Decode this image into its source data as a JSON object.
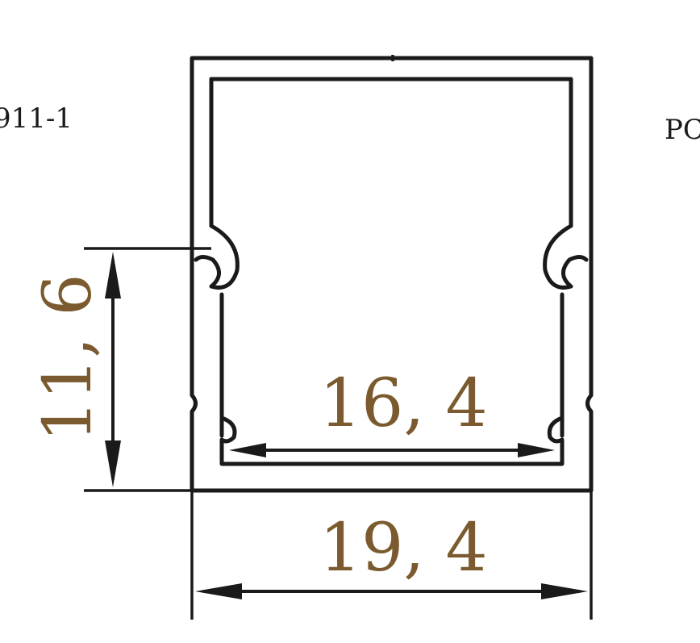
{
  "labels": {
    "part_code_left": "911-1",
    "part_code_right": "PC"
  },
  "dimensions": {
    "inner_width": "16, 4",
    "outer_width": "19, 4",
    "clip_height": "11, 6"
  },
  "colors": {
    "line": "#1a1a1a",
    "dimension_text": "#7a5a2e"
  }
}
